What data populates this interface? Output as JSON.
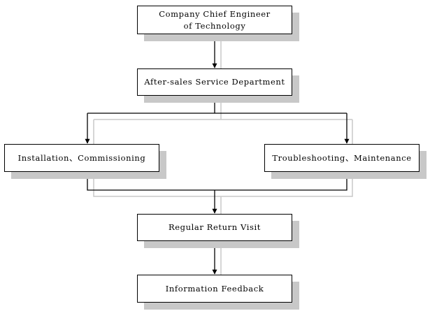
{
  "diagram": {
    "nodes": {
      "chief_engineer": {
        "line1": "Company Chief Engineer",
        "line2": "of Technology"
      },
      "after_sales": {
        "label": "After-sales Service Department"
      },
      "installation": {
        "label": "Installation、Commissioning"
      },
      "troubleshooting": {
        "label": "Troubleshooting、Maintenance"
      },
      "return_visit": {
        "label": "Regular Return Visit"
      },
      "feedback": {
        "label": "Information Feedback"
      }
    },
    "edges": [
      {
        "from": "chief_engineer",
        "to": "after_sales"
      },
      {
        "from": "after_sales",
        "to": "installation"
      },
      {
        "from": "after_sales",
        "to": "troubleshooting"
      },
      {
        "from": "installation",
        "to": "return_visit"
      },
      {
        "from": "troubleshooting",
        "to": "return_visit"
      },
      {
        "from": "return_visit",
        "to": "feedback"
      }
    ],
    "colors": {
      "line": "#000000",
      "line_shadow": "#c8c8c8",
      "box_border": "#000000",
      "box_shadow": "#c8c8c8"
    }
  }
}
